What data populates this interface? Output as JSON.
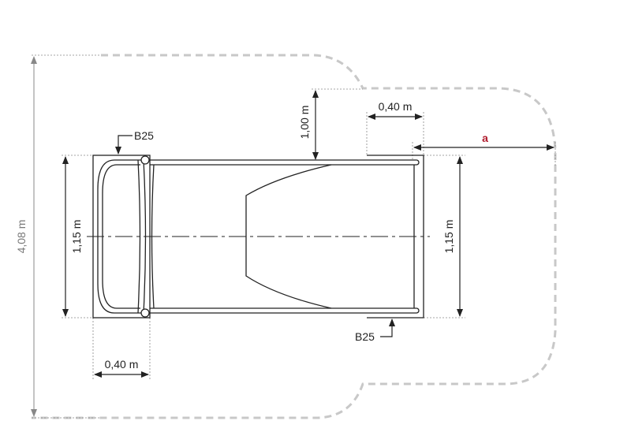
{
  "labels": {
    "total_height": "4,08 m",
    "left_width": "1,15 m",
    "right_width": "1,15 m",
    "top_clearance": "1,00 m",
    "top_right_offset": "0,40 m",
    "bottom_left_offset": "0,40 m",
    "a": "a",
    "b25_top": "B25",
    "b25_bottom": "B25"
  },
  "colors": {
    "line": "#222222",
    "safety_zone": "#c8c8c8",
    "a_label": "#b01c2e"
  }
}
